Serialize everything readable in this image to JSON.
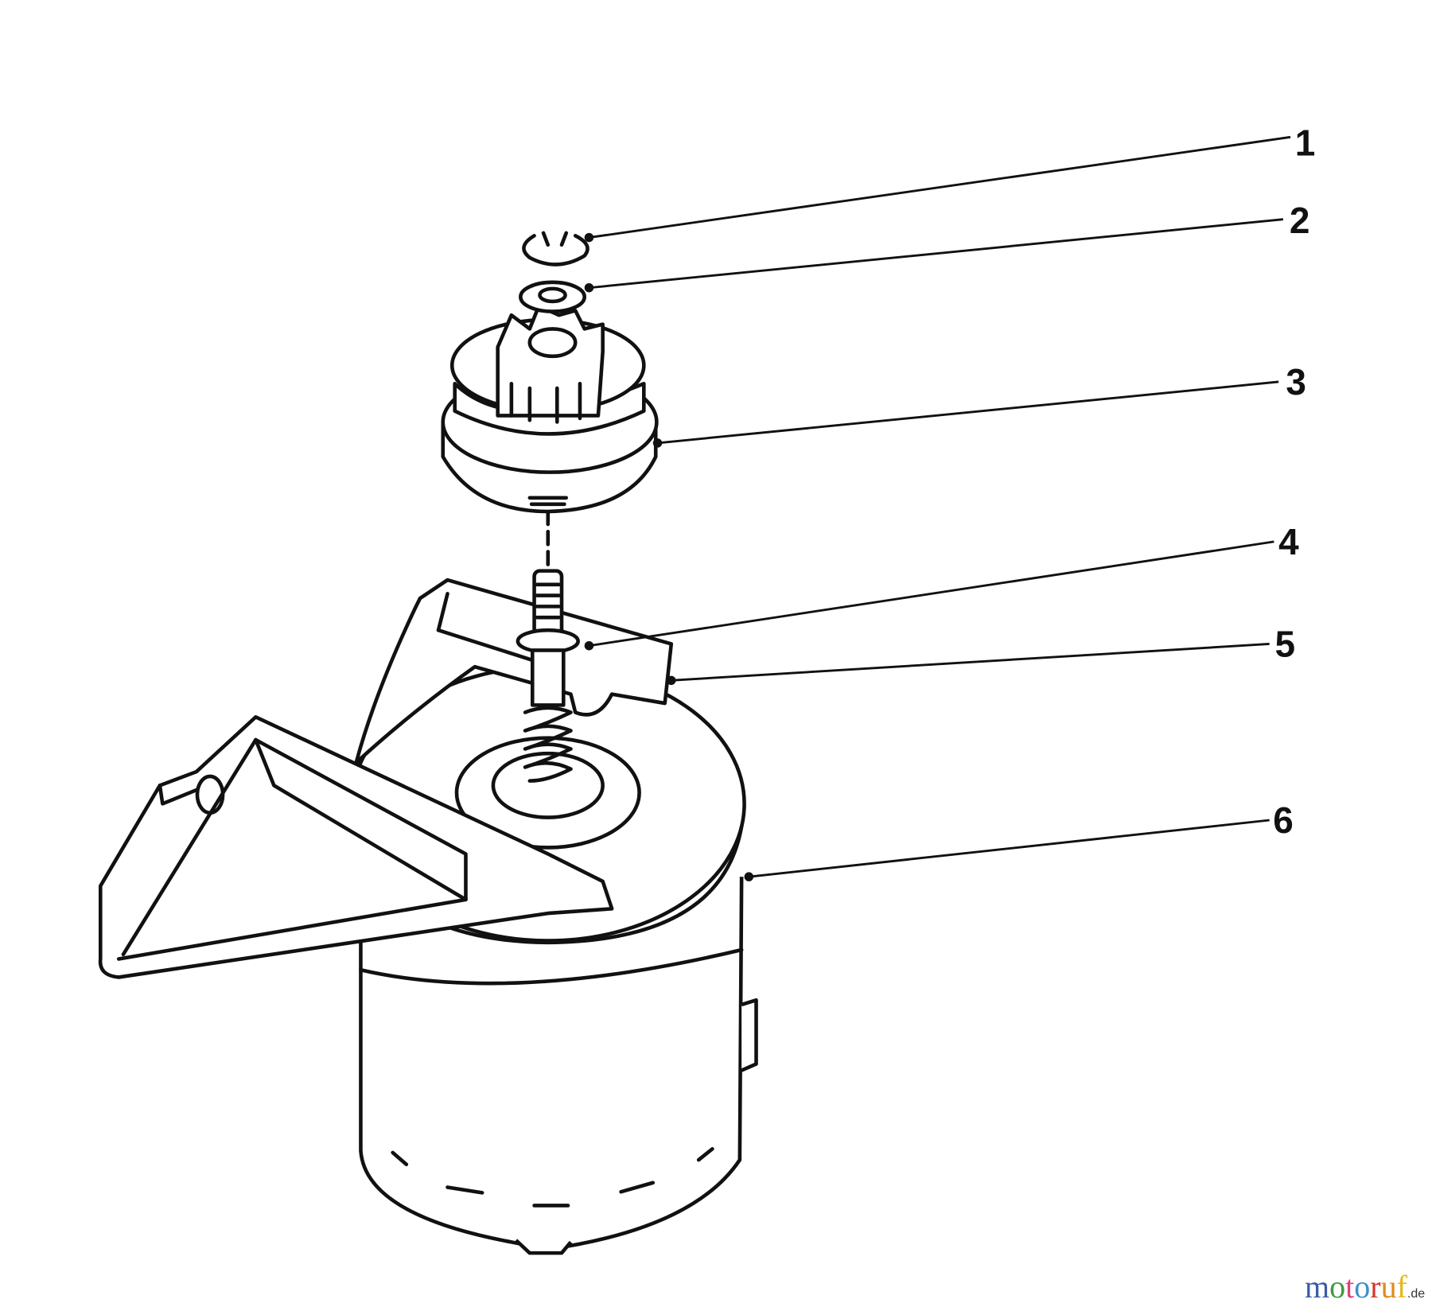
{
  "callouts": [
    {
      "number": "1"
    },
    {
      "number": "2"
    },
    {
      "number": "3"
    },
    {
      "number": "4"
    },
    {
      "number": "5"
    },
    {
      "number": "6"
    }
  ],
  "watermark": {
    "letters": [
      "m",
      "o",
      "t",
      "o",
      "r",
      "u",
      "f"
    ],
    "colors": [
      "#3b5aa8",
      "#3e9a3a",
      "#e0407a",
      "#3b8fd0",
      "#d23a2a",
      "#e08a1a",
      "#e6b81a"
    ],
    "suffix": ".de"
  }
}
